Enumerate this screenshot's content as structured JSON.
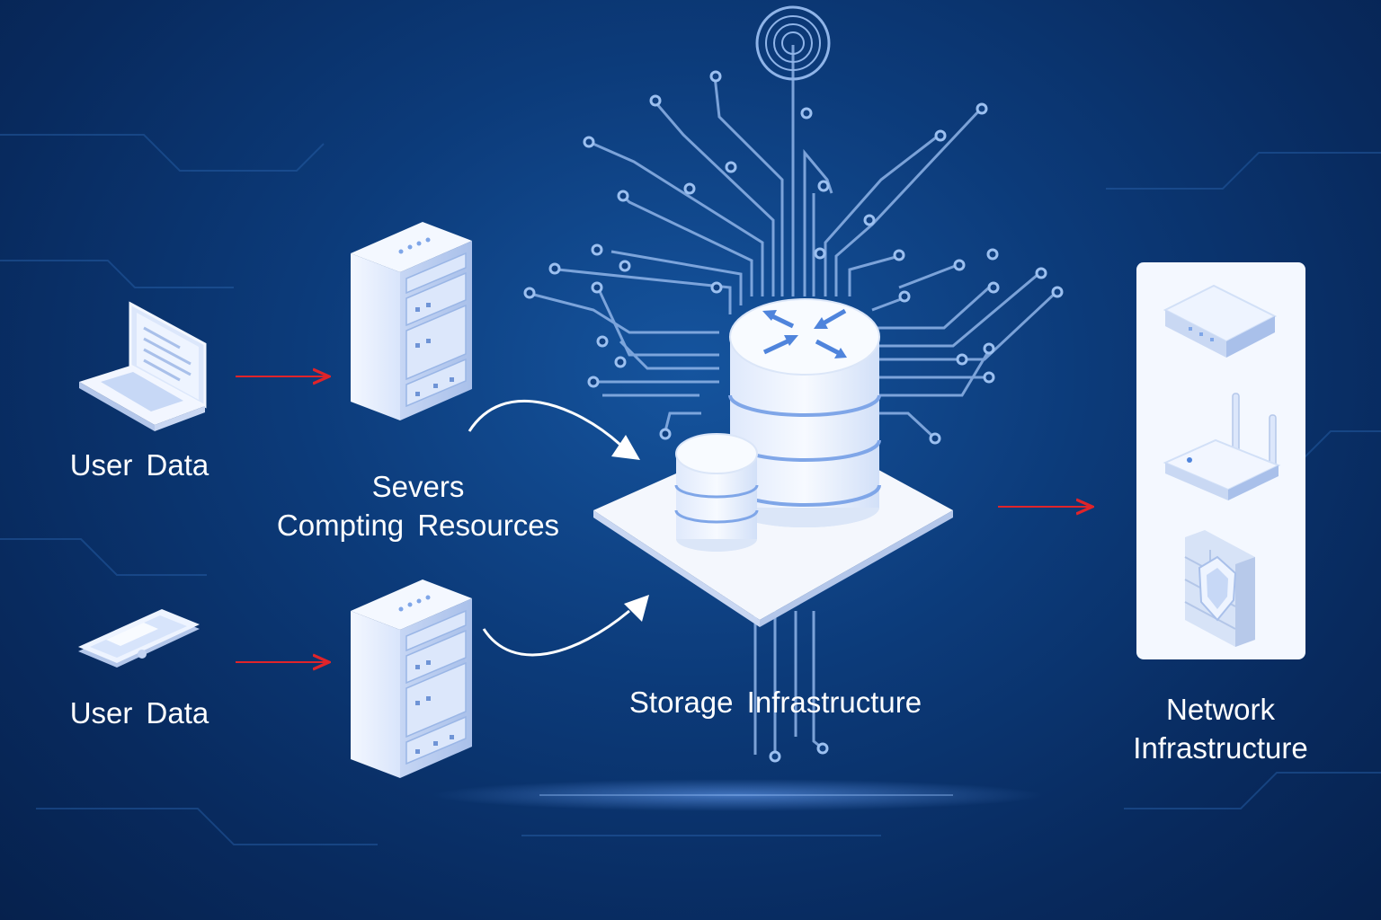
{
  "labels": {
    "user_data_top": "User Data",
    "user_data_bottom": "User Data",
    "servers_line1": "Severs",
    "servers_line2": "Compting Resources",
    "storage": "Storage Infrastructure",
    "network_line1": "Network",
    "network_line2": "Infrastructure"
  },
  "icons": {
    "laptop": "laptop-icon",
    "phone": "phone-icon",
    "server": "server-rack-icon",
    "storage": "database-icon",
    "router": "router-icon",
    "switch": "network-switch-icon",
    "firewall": "firewall-icon"
  },
  "colors": {
    "background": "#0c3b7a",
    "arrow_red": "#e0242a",
    "circuit": "#8fb4e8",
    "device_light": "#eef4ff",
    "device_accent": "#7fa6e8"
  }
}
